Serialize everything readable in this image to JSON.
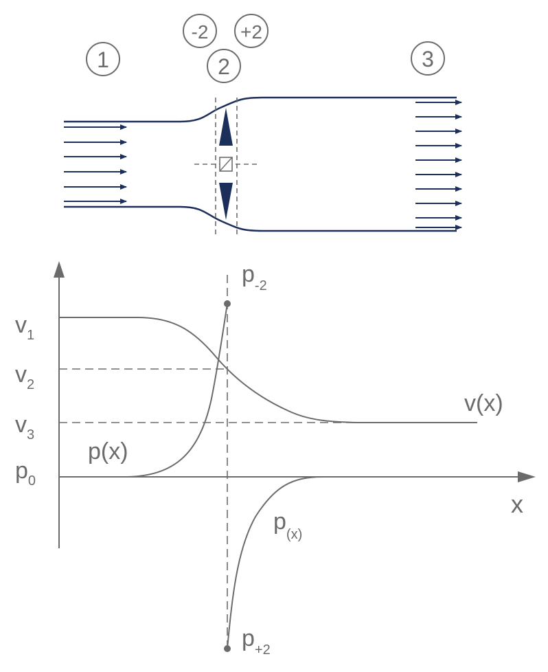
{
  "stations": {
    "s1": "1",
    "s2": "2",
    "s_minus2": "-2",
    "s_plus2": "+2",
    "s3": "3"
  },
  "labels": {
    "v1_main": "v",
    "v1_sub": "1",
    "v2_main": "v",
    "v2_sub": "2",
    "v3_main": "v",
    "v3_sub": "3",
    "p0_main": "p",
    "p0_sub": "0",
    "vx": "v(x)",
    "px": "p(x)",
    "px2_main": "p",
    "px2_sub": "(x)",
    "pm2_main": "p",
    "pm2_sub": "-2",
    "pp2_main": "p",
    "pp2_sub": "+2",
    "x_axis": "x"
  },
  "colors": {
    "flow": "#1c2e5a",
    "graph": "#6b6b6b",
    "background": "#ffffff"
  }
}
